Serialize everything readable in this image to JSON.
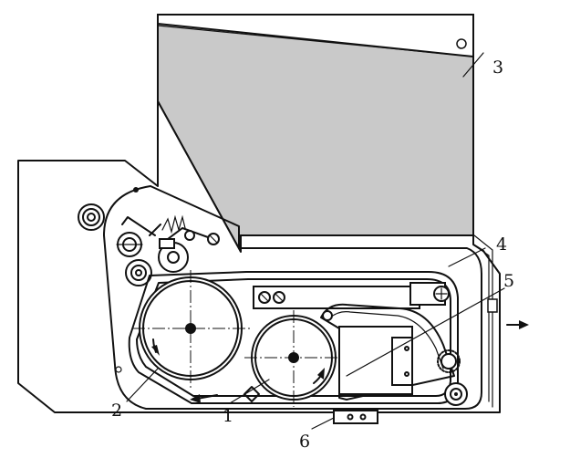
{
  "labels": {
    "one": "1",
    "two": "2",
    "three": "3",
    "four": "4",
    "five": "5",
    "six": "6"
  },
  "colors": {
    "ink": "#111111",
    "shade": "#c9c9c9",
    "paper": "#ffffff"
  }
}
